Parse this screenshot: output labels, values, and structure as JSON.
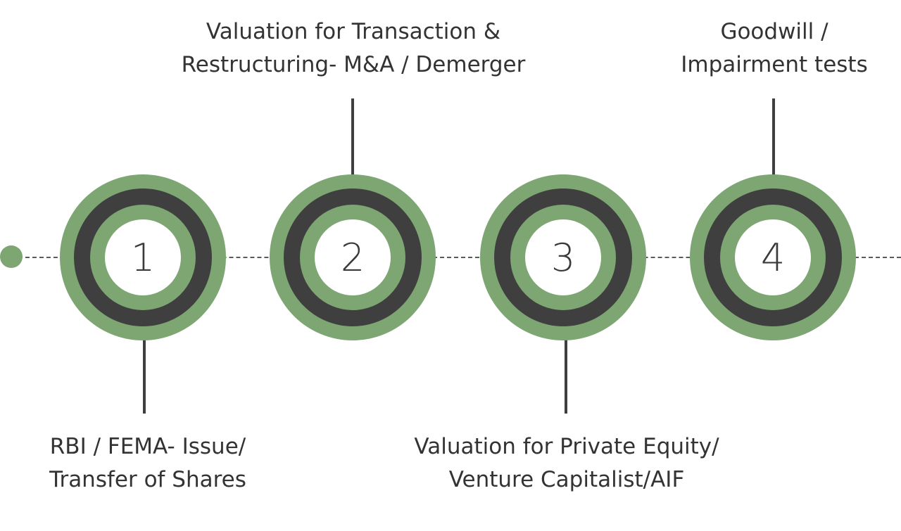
{
  "steps": [
    {
      "number": "1",
      "label_lines": [
        "RBI / FEMA- Issue/",
        "Transfer of Shares"
      ]
    },
    {
      "number": "2",
      "label_lines": [
        "Valuation for Transaction &",
        "Restructuring- M&A / Demerger"
      ]
    },
    {
      "number": "3",
      "label_lines": [
        "Valuation for Private Equity/",
        "Venture Capitalist/AIF"
      ]
    },
    {
      "number": "4",
      "label_lines": [
        "Goodwill /",
        "Impairment tests"
      ]
    }
  ],
  "colors": {
    "green": "#7da673",
    "dark": "#3f3f3f",
    "text": "#333333"
  }
}
